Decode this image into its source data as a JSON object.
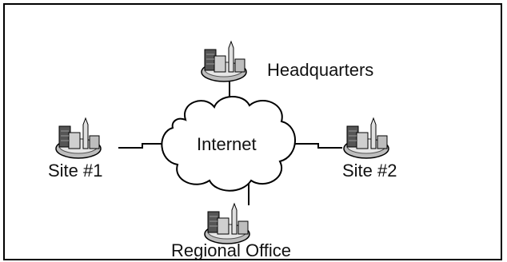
{
  "diagram": {
    "center_label": "Internet",
    "nodes": {
      "headquarters": "Headquarters",
      "site1": "Site #1",
      "site2": "Site #2",
      "regional": "Regional Office"
    },
    "colors": {
      "line": "#000000",
      "cloud_fill": "#ffffff",
      "building_dark": "#555555",
      "building_light": "#d9d9d9",
      "ground": "#bdbdbd"
    }
  }
}
